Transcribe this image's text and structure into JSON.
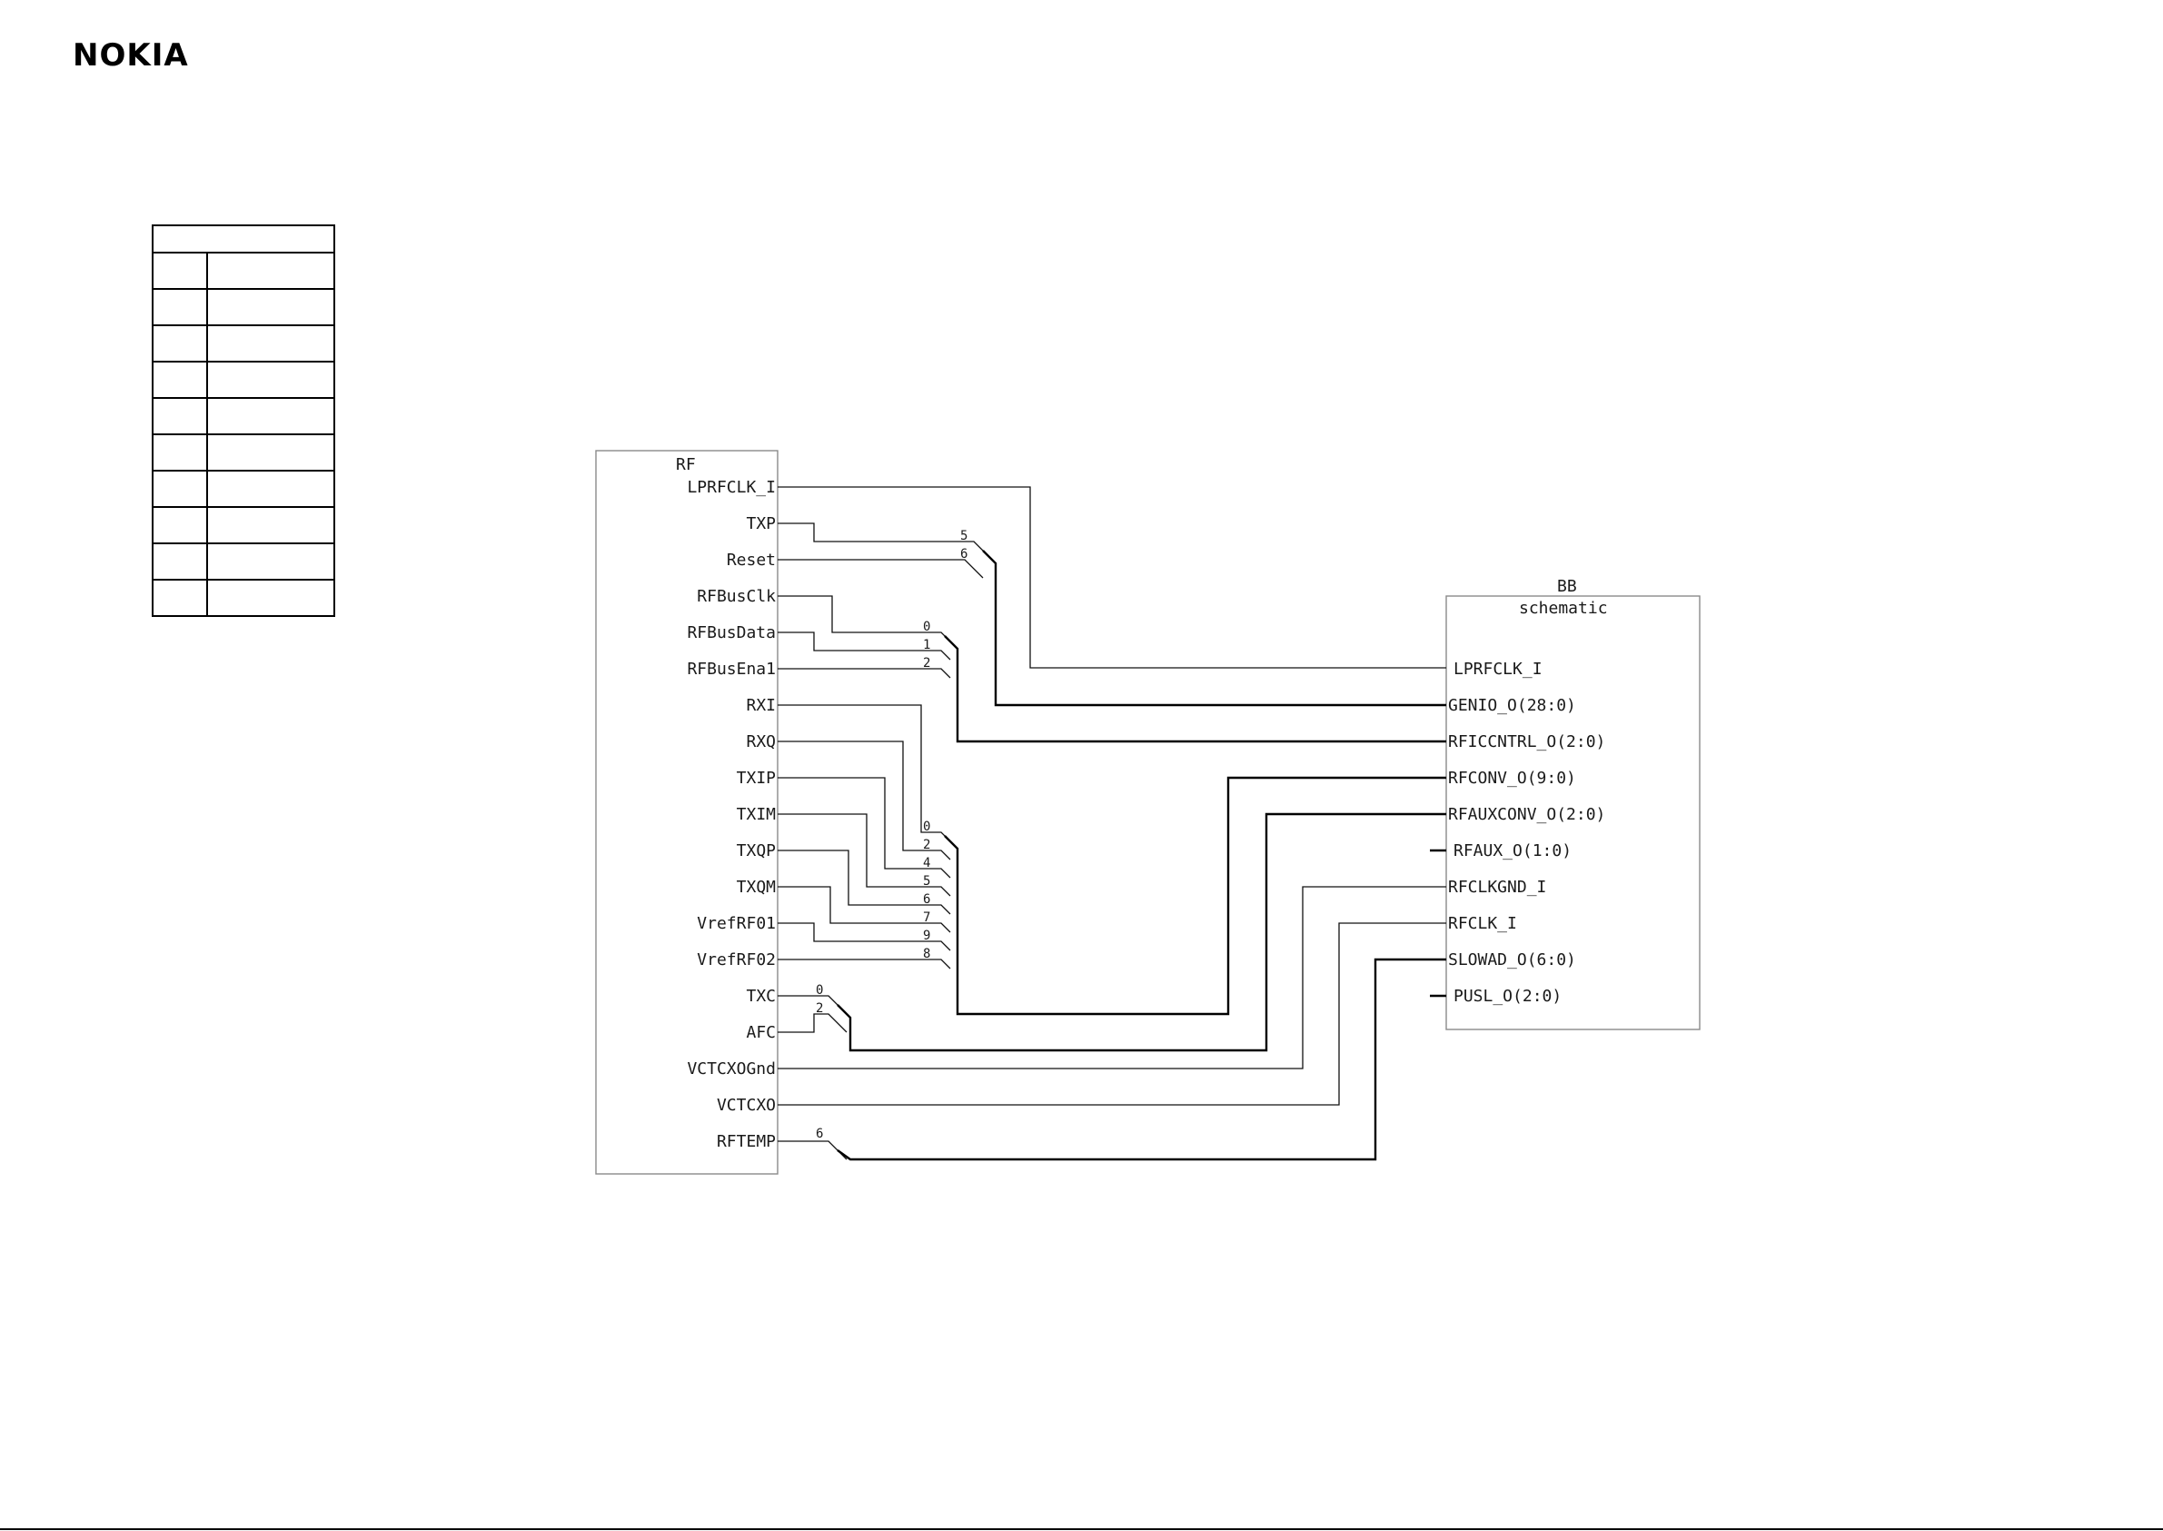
{
  "brand": {
    "logo_text": "NOKIA"
  },
  "revision_table": {
    "rows": 10
  },
  "rf_block": {
    "title": "RF",
    "pins": [
      "LPRFCLK_I",
      "TXP",
      "Reset",
      "RFBusClk",
      "RFBusData",
      "RFBusEna1",
      "RXI",
      "RXQ",
      "TXIP",
      "TXIM",
      "TXQP",
      "TXQM",
      "VrefRF01",
      "VrefRF02",
      "TXC",
      "AFC",
      "VCTCXOGnd",
      "VCTCXO",
      "RFTEMP"
    ]
  },
  "bb_block": {
    "title": "BB",
    "subtitle": "schematic",
    "pins": [
      "LPRFCLK_I",
      "GENIO_O(28:0)",
      "RFICCNTRL_O(2:0)",
      "RFCONV_O(9:0)",
      "RFAUXCONV_O(2:0)",
      "RFAUX_O(1:0)",
      "RFCLKGND_I",
      "RFCLK_I",
      "SLOWAD_O(6:0)",
      "PUSL_O(2:0)"
    ]
  },
  "bus_indices": {
    "genio": [
      "5",
      "6"
    ],
    "rficcntrl": [
      "0",
      "1",
      "2"
    ],
    "rfconv": [
      "0",
      "2",
      "4",
      "5",
      "6",
      "7",
      "9",
      "8"
    ],
    "rfauxconv": [
      "0",
      "2"
    ],
    "slowad": [
      "6"
    ]
  }
}
